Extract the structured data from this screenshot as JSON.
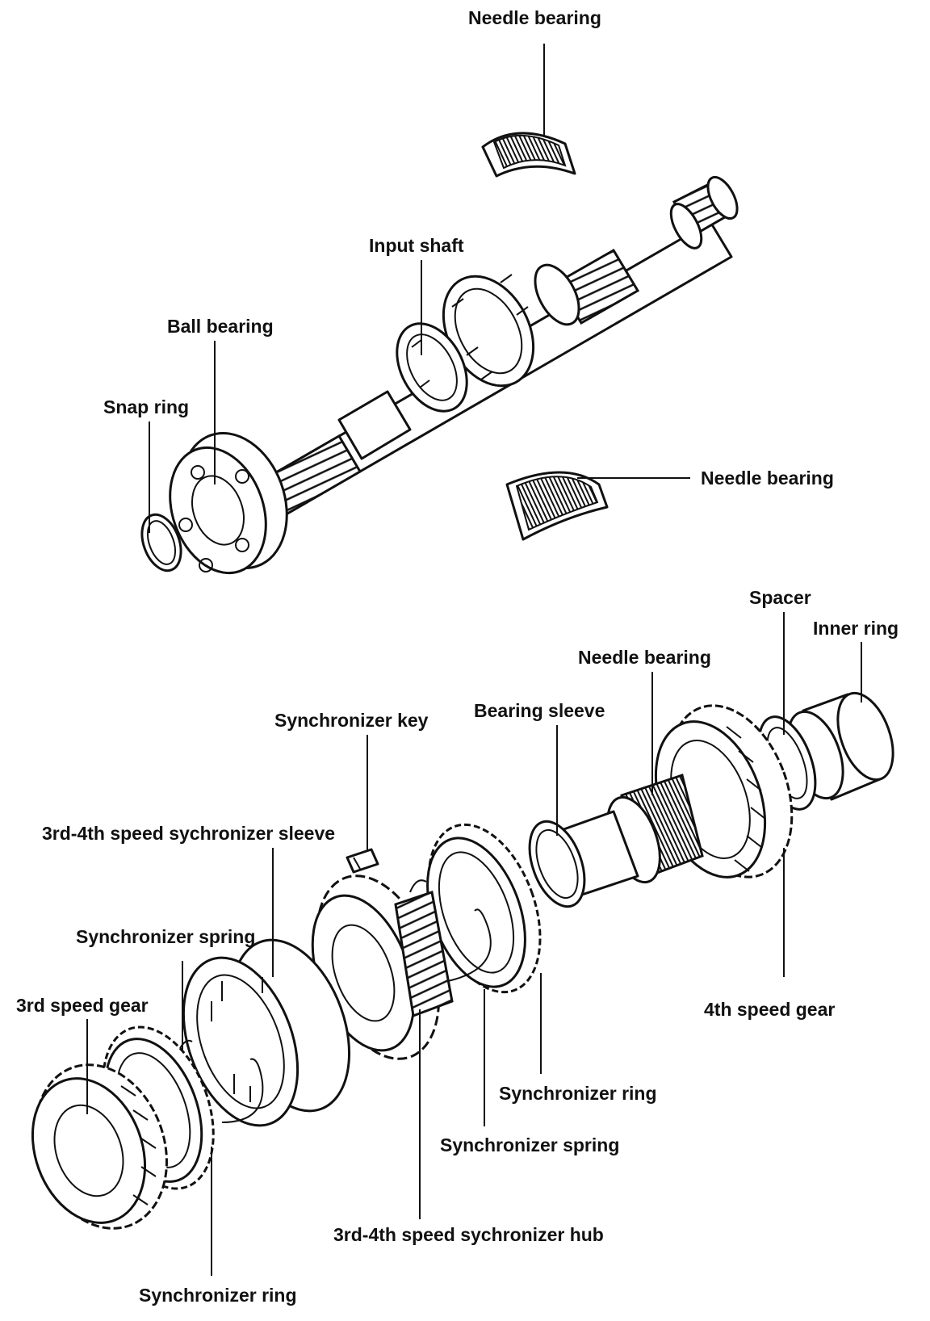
{
  "labels": {
    "needle_bearing_top": "Needle bearing",
    "input_shaft": "Input shaft",
    "ball_bearing": "Ball bearing",
    "snap_ring": "Snap ring",
    "needle_bearing_mid": "Needle bearing",
    "spacer": "Spacer",
    "inner_ring": "Inner ring",
    "needle_bearing_lower": "Needle bearing",
    "bearing_sleeve": "Bearing sleeve",
    "synchronizer_key": "Synchronizer key",
    "sync_sleeve": "3rd-4th speed sychronizer sleeve",
    "sync_spring_left": "Synchronizer spring",
    "third_speed_gear": "3rd speed gear",
    "fourth_speed_gear": "4th speed gear",
    "sync_ring_right": "Synchronizer ring",
    "sync_spring_right": "Synchronizer spring",
    "sync_hub": "3rd-4th speed sychronizer hub",
    "sync_ring_bottom": "Synchronizer ring"
  }
}
